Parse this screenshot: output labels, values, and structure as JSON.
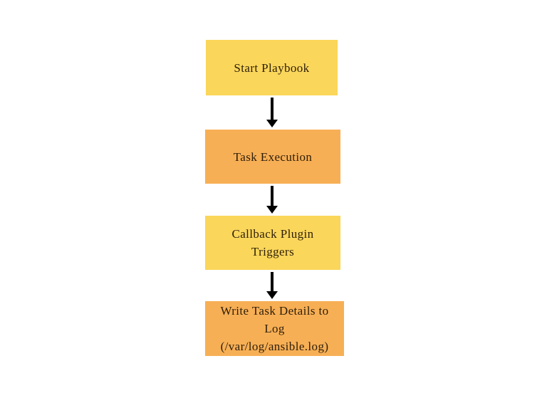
{
  "flowchart": {
    "colors": {
      "yellow": "#fad65a",
      "orange": "#f7af55",
      "arrow": "#000000",
      "text": "#2e1e0a",
      "background": "#ffffff"
    },
    "nodes": [
      {
        "label": "Start Playbook",
        "color": "yellow"
      },
      {
        "label": "Task Execution",
        "color": "orange"
      },
      {
        "label": "Callback Plugin Triggers",
        "color": "yellow"
      },
      {
        "label": "Write Task Details to Log (/var/log/ansible.log)",
        "color": "orange"
      }
    ],
    "edges": [
      {
        "from": 0,
        "to": 1,
        "direction": "down"
      },
      {
        "from": 1,
        "to": 2,
        "direction": "down"
      },
      {
        "from": 2,
        "to": 3,
        "direction": "down"
      }
    ]
  }
}
